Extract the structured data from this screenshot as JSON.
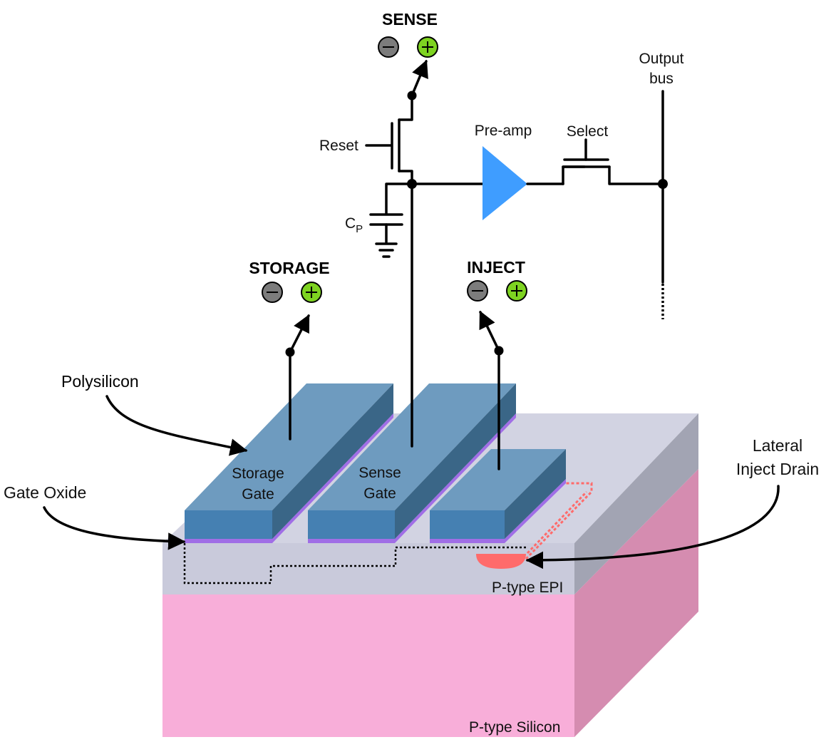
{
  "terminals": {
    "sense": {
      "label": "SENSE",
      "minus": "−",
      "plus": "+"
    },
    "storage": {
      "label": "STORAGE",
      "minus": "−",
      "plus": "+"
    },
    "inject": {
      "label": "INJECT",
      "minus": "−",
      "plus": "+"
    }
  },
  "circuit": {
    "reset_label": "Reset",
    "preamp_label": "Pre-amp",
    "select_label": "Select",
    "output_bus_label_line1": "Output",
    "output_bus_label_line2": "bus",
    "cp_label_main": "C",
    "cp_label_sub": "P"
  },
  "structure": {
    "polysilicon_label": "Polysilicon",
    "gate_oxide_label": "Gate Oxide",
    "lateral_inject_drain_line1": "Lateral",
    "lateral_inject_drain_line2": "Inject Drain",
    "storage_gate_line1": "Storage",
    "storage_gate_line2": "Gate",
    "sense_gate_line1": "Sense",
    "sense_gate_line2": "Gate",
    "epi_label": "P-type EPI",
    "silicon_label": "P-type Silicon"
  },
  "colors": {
    "silicon_front": "#f8aed9",
    "silicon_side": "#d58cb0",
    "epi_front": "#c9cadb",
    "epi_side": "#a2a4b3",
    "epi_top": "#d2d3e2",
    "gate_front": "#4580b2",
    "gate_top": "#6e9bbf",
    "gate_side": "#3a6687",
    "oxide": "#a06ee6",
    "drain": "#ff6b6b",
    "preamp": "#3f9dff",
    "terminal_minus": "#7c7c7c",
    "terminal_plus": "#7ed321"
  }
}
